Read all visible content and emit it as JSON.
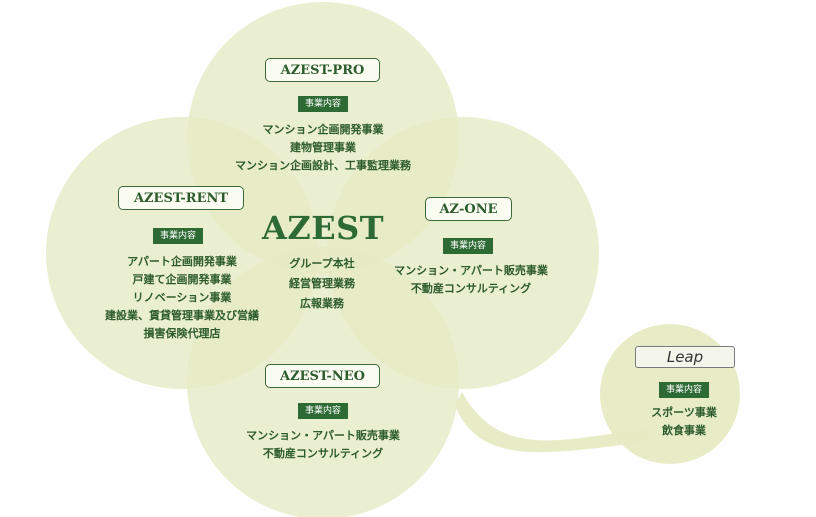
{
  "colors": {
    "circle_fill": "#e6ebc4",
    "circle_opacity": 0.78,
    "accent_green": "#2d6a34",
    "text_green": "#2c5b2c"
  },
  "center": {
    "title": "AZEST",
    "lines": [
      "グループ本社",
      "経営管理業務",
      "広報業務"
    ]
  },
  "tag_label": "事業内容",
  "companies": {
    "pro": {
      "name": "AZEST-PRO",
      "lines": [
        "マンション企画開発事業",
        "建物管理事業",
        "マンション企画設計、工事監理業務"
      ]
    },
    "rent": {
      "name": "AZEST-RENT",
      "lines": [
        "アパート企画開発事業",
        "戸建て企画開発事業",
        "リノベーション事業",
        "建設業、賃貸管理事業及び営繕",
        "損害保険代理店"
      ]
    },
    "one": {
      "name": "AZ-ONE",
      "lines": [
        "マンション・アパート販売事業",
        "不動産コンサルティング"
      ]
    },
    "neo": {
      "name": "AZEST-NEO",
      "lines": [
        "マンション・アパート販売事業",
        "不動産コンサルティング"
      ]
    },
    "leap": {
      "name": "Leap",
      "lines": [
        "スポーツ事業",
        "飲食事業"
      ]
    }
  }
}
